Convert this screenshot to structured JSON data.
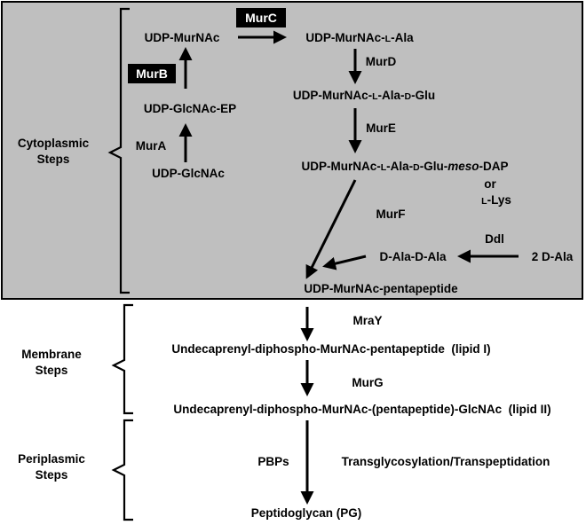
{
  "colors": {
    "cytoplasm_fill": "#bfbfbf",
    "cytoplasm_border": "#000000",
    "label_box_fill": "#000000",
    "label_box_text": "#ffffff",
    "arrow": "#000000"
  },
  "steps": {
    "cytoplasmic": [
      "Cytoplasmic",
      "Steps"
    ],
    "membrane": [
      "Membrane",
      "Steps"
    ],
    "periplasmic": [
      "Periplasmic",
      "Steps"
    ]
  },
  "nodes": {
    "udp_glcnac": "UDP-GlcNAc",
    "udp_glcnac_ep": "UDP-GlcNAc-EP",
    "udp_murnac": "UDP-MurNAc",
    "udp_murnac_ala": {
      "pre": "UDP-MurNAc-",
      "l": "L",
      "post": "-Ala"
    },
    "udp_murnac_ala_glu": {
      "pre": "UDP-MurNAc-",
      "l": "L",
      "mid": "-Ala-",
      "d": "D",
      "post": "-Glu"
    },
    "udp_murnac_ala_glu_dap": {
      "pre": "UDP-MurNAc-",
      "l": "L",
      "mid": "-Ala-",
      "d": "D",
      "post": "-Glu-",
      "meso": "meso",
      "end": "-DAP"
    },
    "or": "or",
    "l_lys": {
      "l": "L",
      "post": "-Lys"
    },
    "d_ala_d_ala": "D-Ala-D-Ala",
    "two_d_ala": "2 D-Ala",
    "udp_murnac_pentapeptide": "UDP-MurNAc-pentapeptide",
    "lipid_i": "Undecaprenyl-diphospho-MurNAc-pentapeptide  (lipid I)",
    "lipid_ii": "Undecaprenyl-diphospho-MurNAc-(pentapeptide)-GlcNAc  (lipid II)",
    "pg": "Peptidoglycan (PG)"
  },
  "enzymes": {
    "mura": "MurA",
    "murb": "MurB",
    "murc": "MurC",
    "murd": "MurD",
    "mure": "MurE",
    "murf": "MurF",
    "ddl": "Ddl",
    "mray": "MraY",
    "murg": "MurG",
    "pbps": "PBPs",
    "transglycosylation": "Transglycosylation/Transpeptidation"
  }
}
